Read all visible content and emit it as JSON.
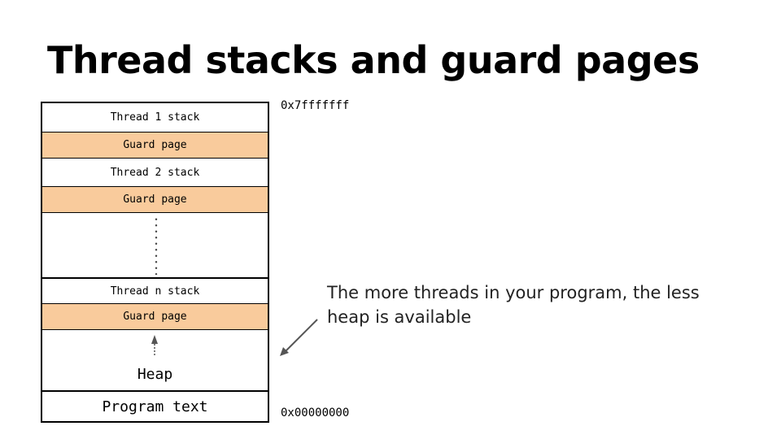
{
  "slide": {
    "title": "Thread stacks and guard pages"
  },
  "memory_layout": {
    "segments": {
      "thread_1_stack": "Thread 1 stack",
      "guard_page_1": "Guard page",
      "thread_2_stack": "Thread 2 stack",
      "guard_page_2": "Guard page",
      "thread_n_stack": "Thread n stack",
      "guard_page_n": "Guard page",
      "heap": "Heap",
      "program_text": "Program text"
    },
    "addresses": {
      "high": "0x7fffffff",
      "low": "0x00000000"
    }
  },
  "annotation": {
    "text": "The more threads in your program, the less heap is available"
  },
  "colors": {
    "guard_page_fill": "#f9cb9c",
    "border": "#000000",
    "arrow": "#555555"
  }
}
